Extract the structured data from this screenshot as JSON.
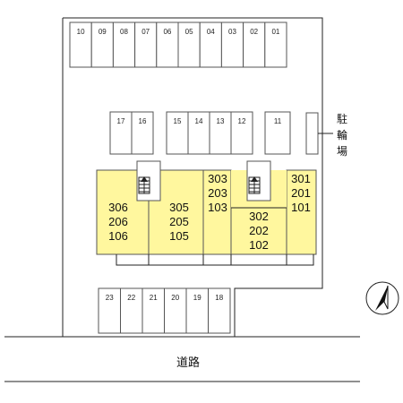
{
  "parking_top": [
    "10",
    "09",
    "08",
    "07",
    "06",
    "05",
    "04",
    "03",
    "02",
    "01"
  ],
  "parking_middle_left": [
    "17",
    "16"
  ],
  "parking_middle_center": [
    "15",
    "14",
    "13",
    "12"
  ],
  "parking_middle_right": [
    "11"
  ],
  "parking_bottom": [
    "23",
    "22",
    "21",
    "20",
    "19",
    "18"
  ],
  "units": {
    "left": [
      "306",
      "206",
      "106"
    ],
    "center": [
      "305",
      "205",
      "105"
    ],
    "center_right": [
      "303",
      "203",
      "103"
    ],
    "inner": [
      "302",
      "202",
      "102"
    ],
    "right": [
      "301",
      "201",
      "101"
    ]
  },
  "bicycle_parking": {
    "label_1": "駐",
    "label_2": "輪",
    "label_3": "場"
  },
  "road": {
    "label": "道路"
  },
  "compass": {
    "icon": "north-arrow-icon"
  }
}
